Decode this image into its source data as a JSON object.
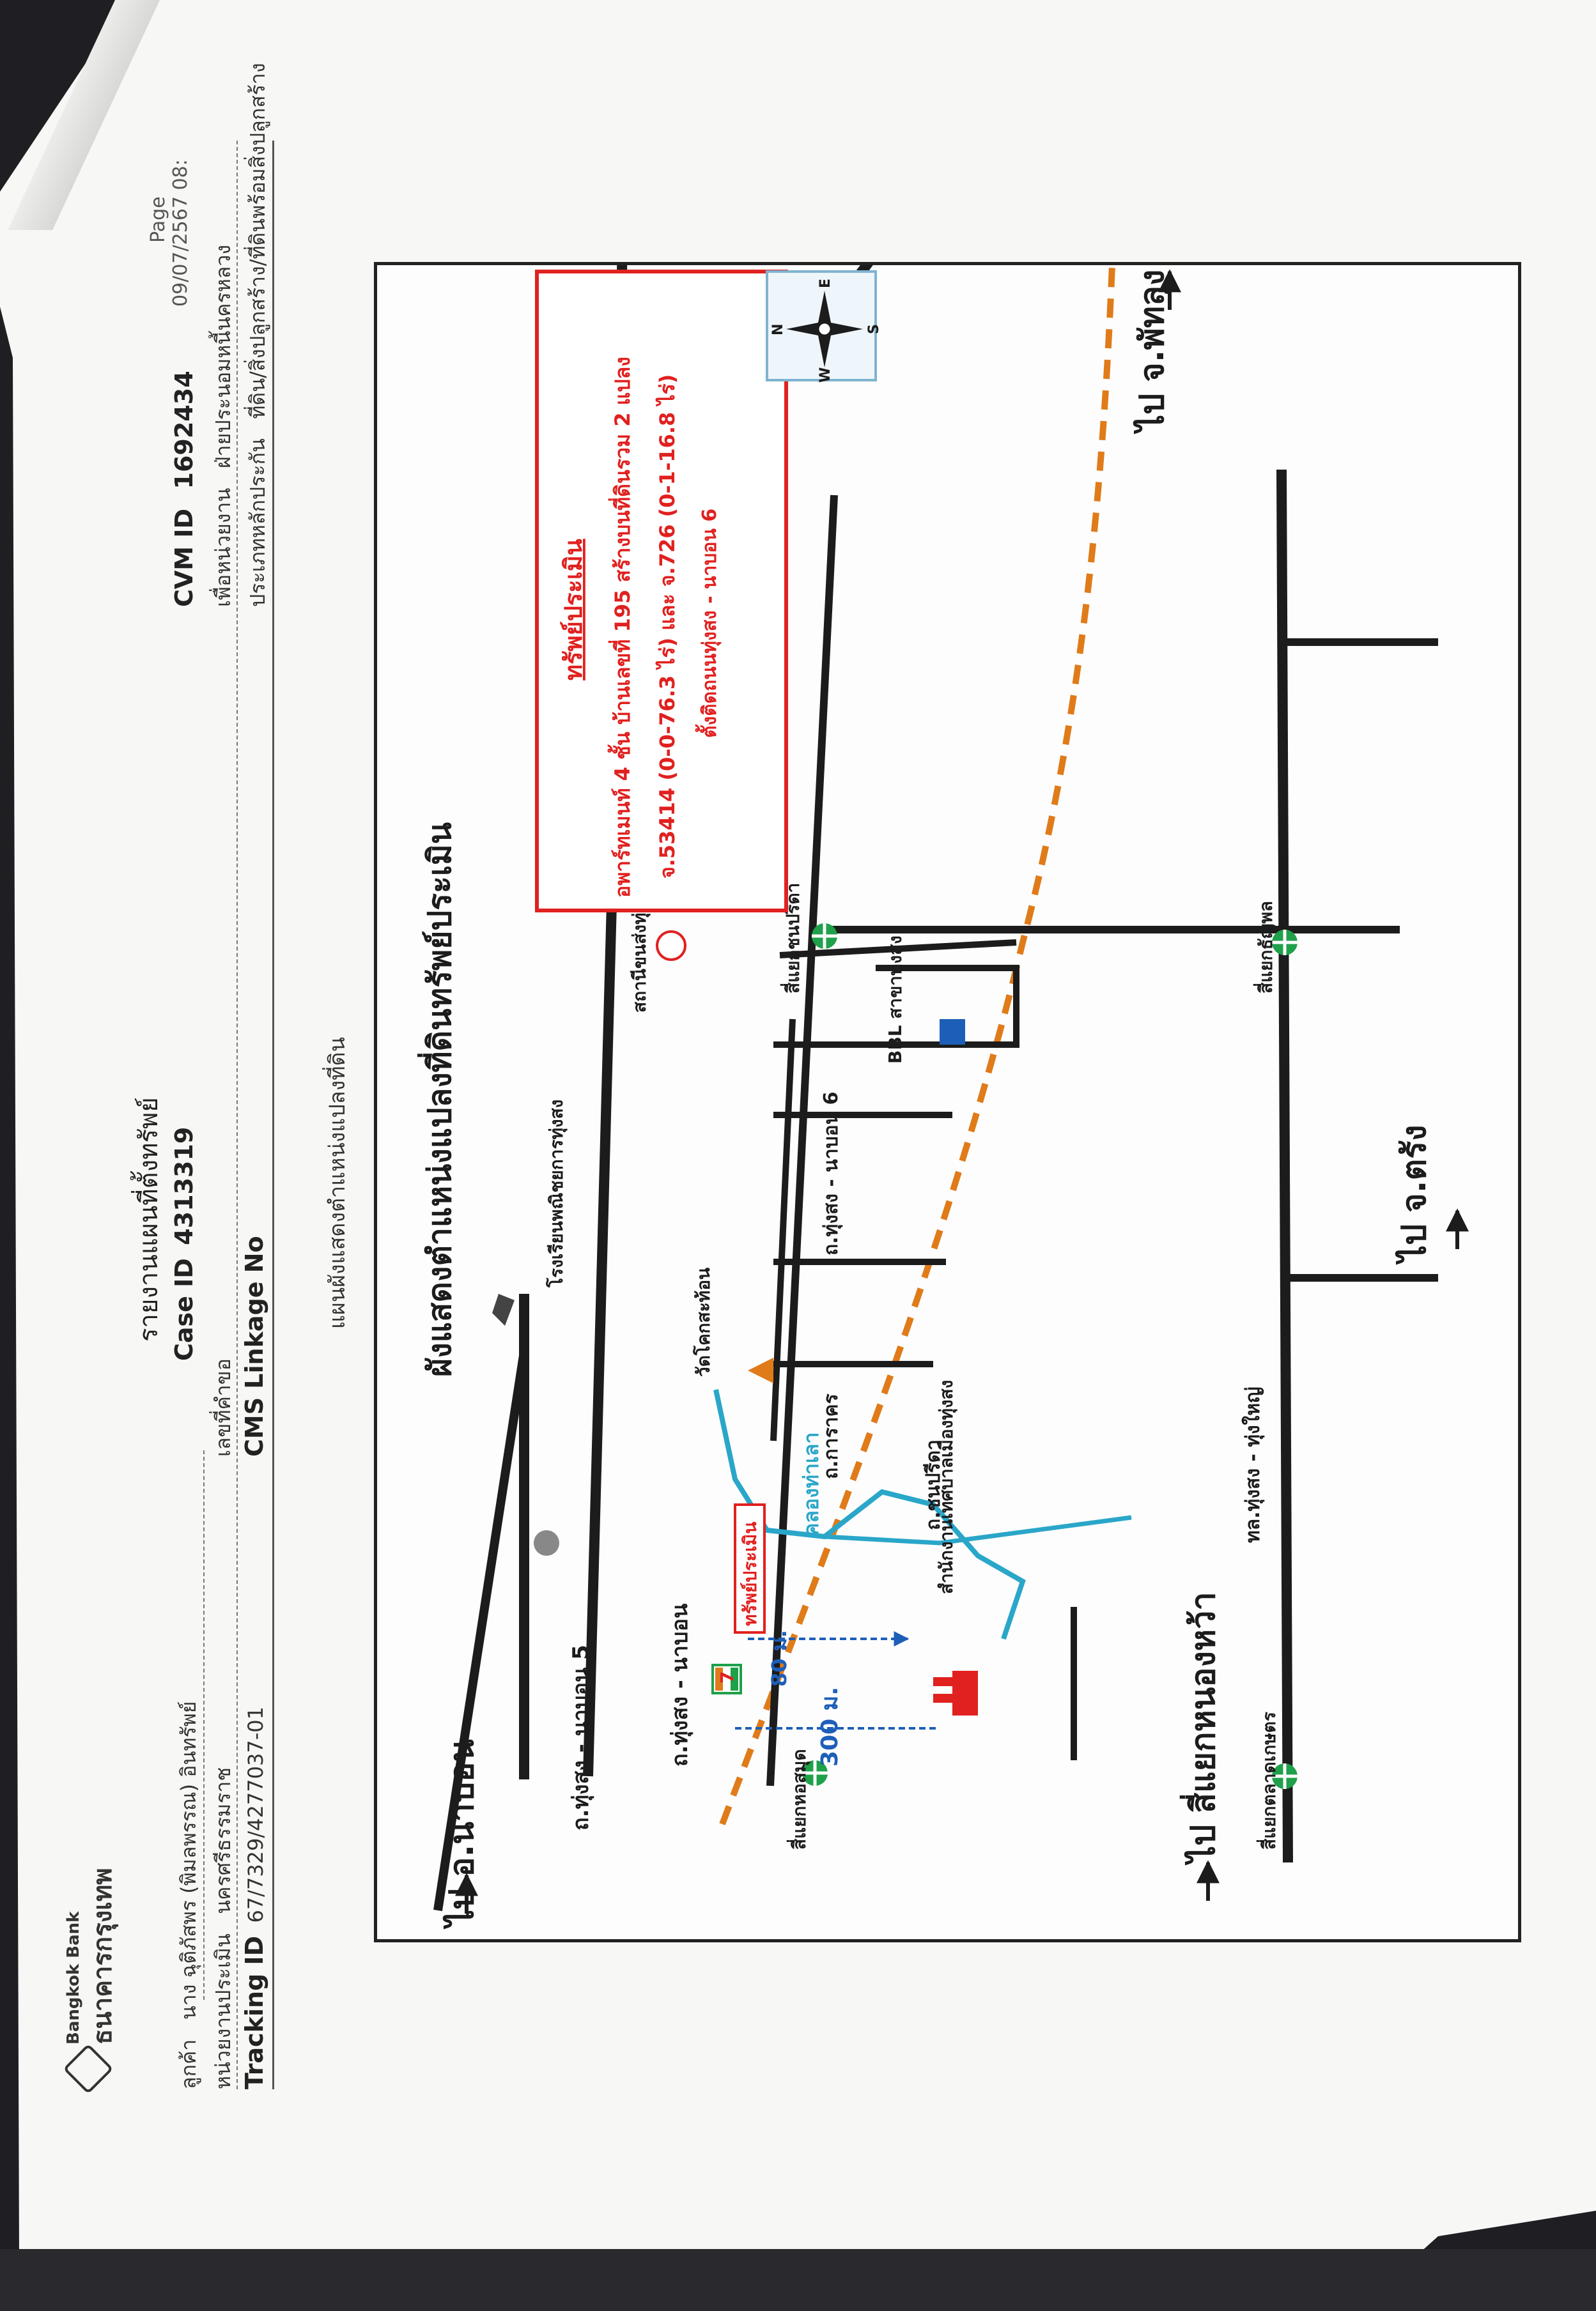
{
  "header": {
    "bank_name_en": "Bangkok Bank",
    "bank_name_th": "ธนาคารกรุงเทพ",
    "report_title": "รายงานแผนที่ตั้งทรัพย์",
    "page_label": "Page",
    "date_time": "09/07/2567 08:",
    "customer_label": "ลูกค้า",
    "customer_value": "นาง ฉุติภัสพร (พิมลพรรณ) อินทรัพย์",
    "case_id_label": "Case ID",
    "case_id_value": "4313319",
    "cvm_id_label": "CVM ID",
    "cvm_id_value": "1692434",
    "unit_label": "หน่วยงานประเมิน",
    "unit_value": "นครศรีธรรมราช",
    "request_no_label": "เลขที่คำขอ",
    "purpose_unit_label": "เพื่อหน่วยงาน",
    "purpose_unit_value": "ฝ่ายประนอมหนี้นครหลวง",
    "tracking_label": "Tracking ID",
    "tracking_value": "67/7329/4277037-01",
    "cms_label": "CMS Linkage No",
    "collateral_type_label": "ประเภทหลักประกัน",
    "collateral_type_value": "ที่ดิน/สิ่งปลูกสร้าง/ที่ดินพร้อมสิ่งปลูกสร้าง",
    "map_caption": "แผนผังแสดงตำแหน่งแปลงที่ดิน"
  },
  "map": {
    "title": "ผังแสดงตำแหน่งแปลงที่ดินทรัพย์ประเมิน",
    "property_box": {
      "title": "ทรัพย์ประเมิน",
      "line1": "อพาร์ทเมนท์ 4 ชั้น บ้านเลขที่ 195 สร้างบนที่ดินรวม 2 แปลง",
      "line2": "จ.53414 (0-0-76.3 ไร่) และ จ.726 (0-1-16.8 ไร่)",
      "line3": "ตั้งติดถนนทุ่งสง - นาบอน 6"
    },
    "compass": {
      "n": "N",
      "s": "S",
      "e": "E",
      "w": "W"
    },
    "directions": {
      "to_phatthalung": "ไป จ.พัทลุง",
      "to_trang": "ไป จ.ตรัง",
      "to_nong_wa": "ไป สี่แยกหนองหว้า",
      "to_na_bon": "ไป อ.นาบอน"
    },
    "roads": {
      "thungsong_nabon": "ถ.ทุ่งสง - นาบอน",
      "thungsong_nabon5": "ถ.ทุ่งสง - นาบอน 5",
      "thungsong_nabon6": "ถ.ทุ่งสง - นาบอน 6",
      "karakorn": "ถ.การาคร",
      "chonpreeda": "ถ.ชนปรีดา",
      "highway": "ทล.ทุ่งสง - ทุ่งใหญ่"
    },
    "labels": {
      "school": "โรงเรียนพณิชยการทุ่งสง",
      "temple": "วัดโคกสะท้อน",
      "bbl": "BBL สาขาทุ่งสง",
      "station": "สถานีขนส่งทุ่งสง",
      "property_tag": "ทรัพย์ประเมิน",
      "canal": "คลองท่าเลา",
      "office": "สำนักงานเทศบาลเมืองทุ่งสง",
      "junction_hospital": "สี่แยกหอสมุด",
      "junction_chonpreeda": "สี่แยกชนปรีดา",
      "junction_market": "สี่แยกตลาดเกษตร",
      "junction_thanyaphon": "สี่แยกธัญพล",
      "dist_80": "80 ม.",
      "dist_300": "300 ม.",
      "seven_eleven": "7"
    },
    "colors": {
      "road": "#1c1c1c",
      "rail": "#e07b1a",
      "canal": "#2aa6c9",
      "property_red": "#e0211f",
      "junction_green": "#1fa04a",
      "dimension_blue": "#1d5fb8"
    }
  }
}
